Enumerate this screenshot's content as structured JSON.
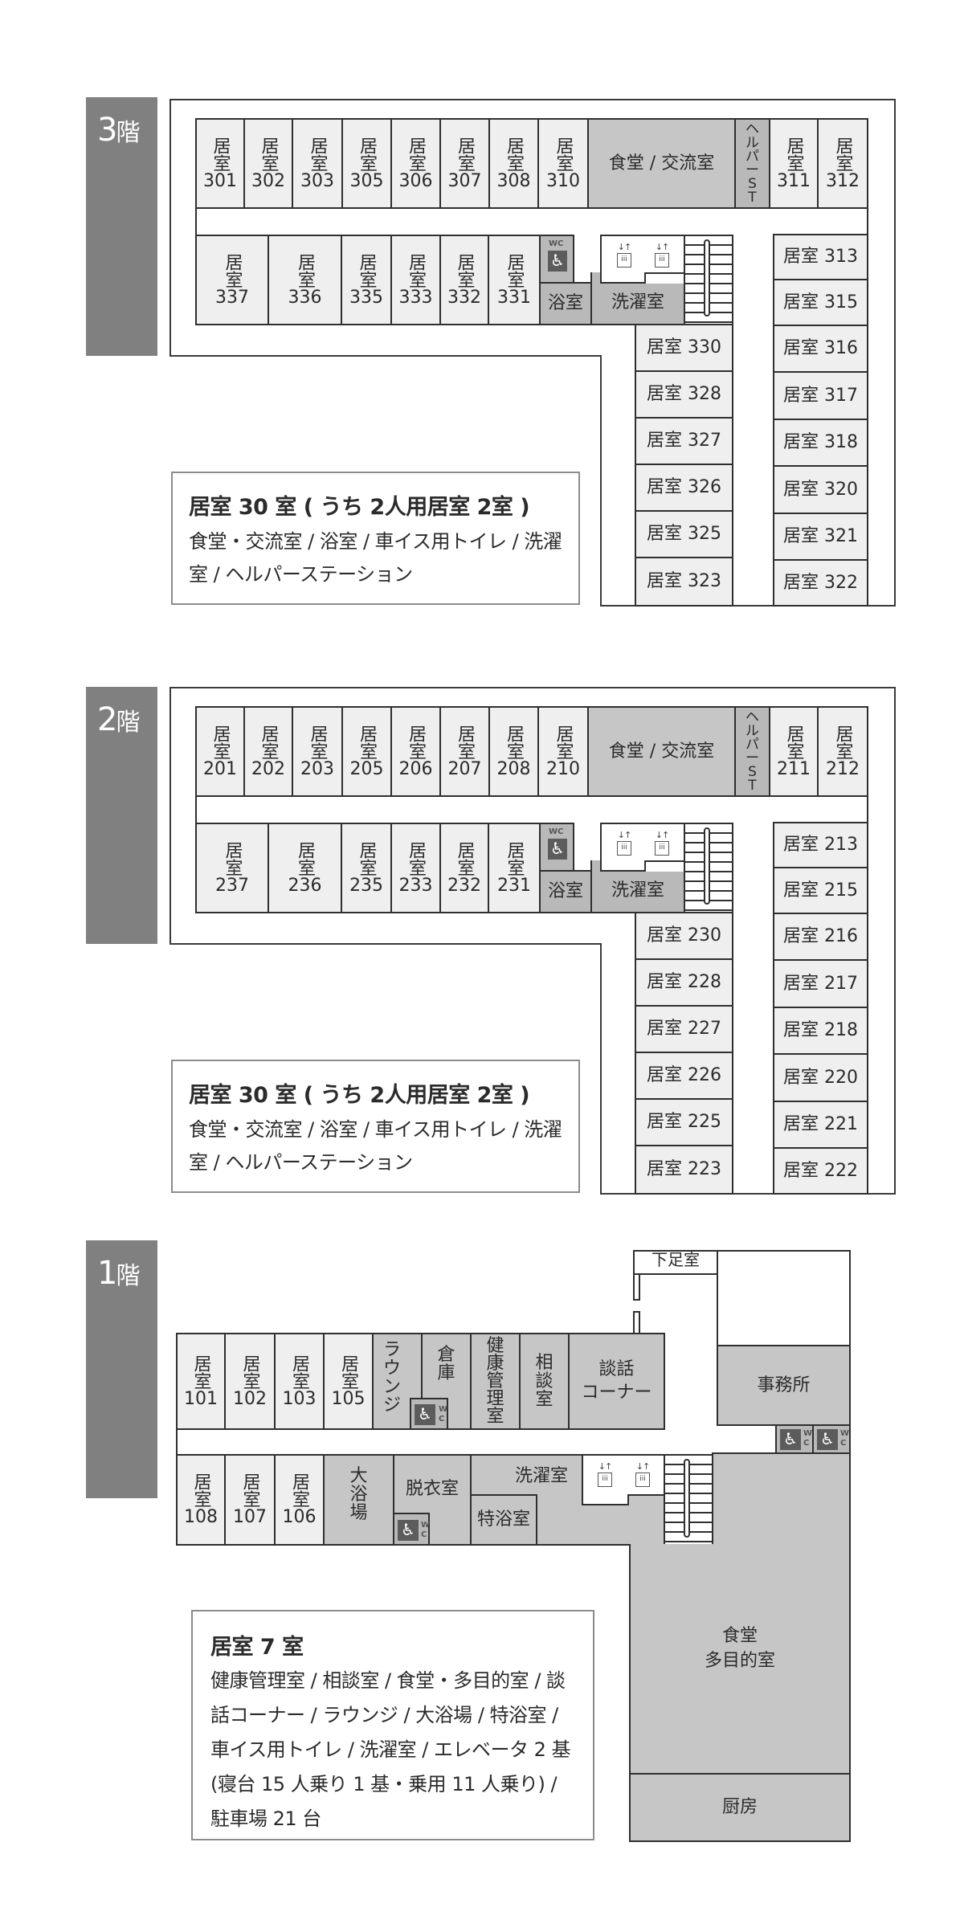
{
  "floors": {
    "f3": {
      "label_num": "3",
      "label_kai": "階",
      "top_row": [
        {
          "name": "居室",
          "num": "301"
        },
        {
          "name": "居室",
          "num": "302"
        },
        {
          "name": "居室",
          "num": "303"
        },
        {
          "name": "居室",
          "num": "305"
        },
        {
          "name": "居室",
          "num": "306"
        },
        {
          "name": "居室",
          "num": "307"
        },
        {
          "name": "居室",
          "num": "308"
        },
        {
          "name": "居室",
          "num": "310"
        }
      ],
      "dining": "食堂 / 交流室",
      "helper_station": [
        "ヘ",
        "ル",
        "パ",
        "ー",
        "S",
        "T"
      ],
      "top_right": [
        {
          "name": "居室",
          "num": "311"
        },
        {
          "name": "居室",
          "num": "312"
        }
      ],
      "bottom_row": [
        {
          "name": "居室",
          "num": "337"
        },
        {
          "name": "居室",
          "num": "336"
        },
        {
          "name": "居室",
          "num": "335"
        },
        {
          "name": "居室",
          "num": "333"
        },
        {
          "name": "居室",
          "num": "332"
        },
        {
          "name": "居室",
          "num": "331"
        }
      ],
      "wc": "WC",
      "bath": "浴室",
      "laundry": "洗濯室",
      "right_column": [
        "居室 313",
        "居室 315",
        "居室 316",
        "居室 317",
        "居室 318",
        "居室 320",
        "居室 321",
        "居室 322"
      ],
      "left_column": [
        "居室 330",
        "居室 328",
        "居室 327",
        "居室 326",
        "居室 325",
        "居室 323"
      ],
      "info_title": "居室 30 室 ( うち 2人用居室 2室 )",
      "info_body": "食堂・交流室 / 浴室 / 車イス用トイレ / 洗濯室 / ヘルパーステーション"
    },
    "f2": {
      "label_num": "2",
      "label_kai": "階",
      "top_row": [
        {
          "name": "居室",
          "num": "201"
        },
        {
          "name": "居室",
          "num": "202"
        },
        {
          "name": "居室",
          "num": "203"
        },
        {
          "name": "居室",
          "num": "205"
        },
        {
          "name": "居室",
          "num": "206"
        },
        {
          "name": "居室",
          "num": "207"
        },
        {
          "name": "居室",
          "num": "208"
        },
        {
          "name": "居室",
          "num": "210"
        }
      ],
      "dining": "食堂 / 交流室",
      "helper_station": [
        "ヘ",
        "ル",
        "パ",
        "ー",
        "S",
        "T"
      ],
      "top_right": [
        {
          "name": "居室",
          "num": "211"
        },
        {
          "name": "居室",
          "num": "212"
        }
      ],
      "bottom_row": [
        {
          "name": "居室",
          "num": "237"
        },
        {
          "name": "居室",
          "num": "236"
        },
        {
          "name": "居室",
          "num": "235"
        },
        {
          "name": "居室",
          "num": "233"
        },
        {
          "name": "居室",
          "num": "232"
        },
        {
          "name": "居室",
          "num": "231"
        }
      ],
      "wc": "WC",
      "bath": "浴室",
      "laundry": "洗濯室",
      "right_column": [
        "居室 213",
        "居室 215",
        "居室 216",
        "居室 217",
        "居室 218",
        "居室 220",
        "居室 221",
        "居室 222"
      ],
      "left_column": [
        "居室 230",
        "居室 228",
        "居室 227",
        "居室 226",
        "居室 225",
        "居室 223"
      ],
      "info_title": "居室 30 室 ( うち 2人用居室 2室 )",
      "info_body": "食堂・交流室 / 浴室 / 車イス用トイレ / 洗濯室 / ヘルパーステーション"
    },
    "f1": {
      "label_num": "1",
      "label_kai": "階",
      "top_row": [
        {
          "name": "居室",
          "num": "101"
        },
        {
          "name": "居室",
          "num": "102"
        },
        {
          "name": "居室",
          "num": "103"
        },
        {
          "name": "居室",
          "num": "105"
        }
      ],
      "lounge": [
        "ラ",
        "ウ",
        "ン",
        "ジ"
      ],
      "storage": [
        "倉",
        "庫"
      ],
      "health_room": [
        "健",
        "康",
        "管",
        "理",
        "室"
      ],
      "consult_room": [
        "相",
        "談",
        "室"
      ],
      "talk_corner": [
        "談話",
        "コーナー"
      ],
      "shoe_room": "下足室",
      "office": "事務所",
      "bottom_row": [
        {
          "name": "居室",
          "num": "108"
        },
        {
          "name": "居室",
          "num": "107"
        },
        {
          "name": "居室",
          "num": "106"
        }
      ],
      "big_bath": [
        "大",
        "浴",
        "場"
      ],
      "dressing_room": "脱衣室",
      "laundry": "洗濯室",
      "special_bath": "特浴室",
      "dining": [
        "食堂",
        "多目的室"
      ],
      "kitchen": "厨房",
      "wc_w": "W",
      "wc_c": "C",
      "info_title": "居室 7 室",
      "info_body": "健康管理室 / 相談室 / 食堂・多目的室 / 談話コーナー / ラウンジ / 大浴場 / 特浴室 / 車イス用トイレ / 洗濯室 / エレベータ 2 基(寝台 15 人乗り 1 基・乗用 11 人乗り) / 駐車場 21 台"
    }
  },
  "icons": {
    "wheelchair": "♿",
    "elevator_arrows": "↓↑",
    "elevator_people": "ііі"
  },
  "colors": {
    "floor_label_bg": "#808080",
    "room_light": "#efefef",
    "room_gray": "#c6c6c6",
    "wc_glyph_bg": "#5c5c5c"
  }
}
